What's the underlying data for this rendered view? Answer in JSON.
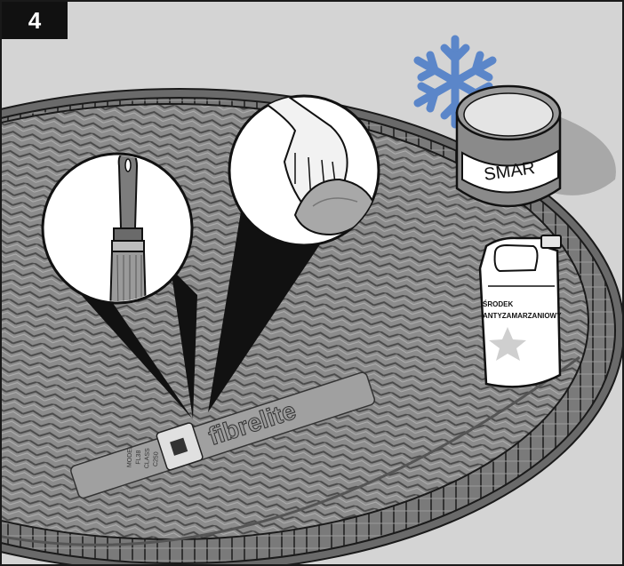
{
  "step": {
    "number": "4"
  },
  "grease_can": {
    "label": "SMAR",
    "cold_symbol": "snowflake-icon"
  },
  "antifreeze_jug": {
    "label_line1": "ŚRODEK",
    "label_line2": "ANTYZAMARZANIOWY",
    "symbol": "star-icon"
  },
  "cover": {
    "brand": "fibrelite",
    "plate_lines": [
      "MODEL",
      "FL38",
      "CLASS",
      "C250"
    ]
  },
  "colors": {
    "background": "#d4d4d4",
    "cover": "#8a8a8a",
    "cover_dark": "#5a5a5a",
    "snowflake": "#5b86c9",
    "outline": "#1a1a1a"
  }
}
